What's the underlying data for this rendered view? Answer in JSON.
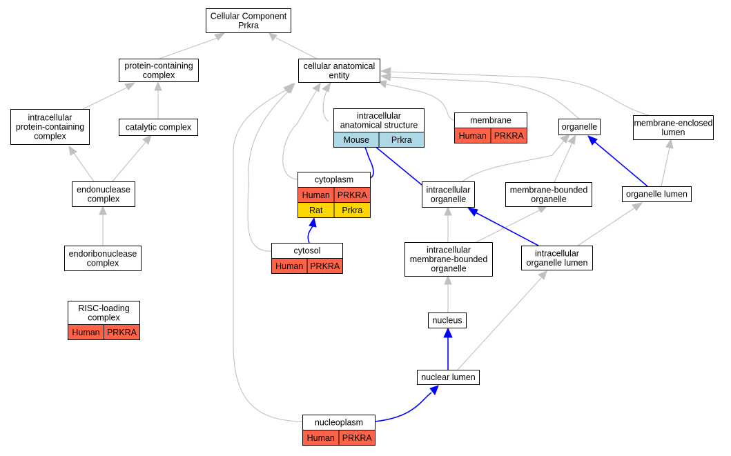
{
  "colors": {
    "human": "#ff6347",
    "rat": "#ffd700",
    "mouse": "#add8e6",
    "is_a_edge": "#c0c0c0",
    "part_of_edge": "#0000ff"
  },
  "nodes": [
    {
      "id": "root",
      "lines": [
        "Cellular Component",
        "Prkra"
      ],
      "annotations": []
    },
    {
      "id": "protein_complex",
      "lines": [
        "protein-containing",
        "complex"
      ],
      "annotations": []
    },
    {
      "id": "cae",
      "lines": [
        "cellular anatomical",
        "entity"
      ],
      "annotations": []
    },
    {
      "id": "ipcc",
      "lines": [
        "intracellular",
        "protein-containing",
        "complex"
      ],
      "annotations": []
    },
    {
      "id": "catalytic",
      "lines": [
        "catalytic complex"
      ],
      "annotations": []
    },
    {
      "id": "ias",
      "lines": [
        "intracellular",
        "anatomical structure"
      ],
      "annotations": [
        {
          "species": "Mouse",
          "gene": "Prkra",
          "color": "mouse"
        }
      ]
    },
    {
      "id": "membrane",
      "lines": [
        "membrane"
      ],
      "annotations": [
        {
          "species": "Human",
          "gene": "PRKRA",
          "color": "human"
        }
      ]
    },
    {
      "id": "organelle",
      "lines": [
        "organelle"
      ],
      "annotations": []
    },
    {
      "id": "mel",
      "lines": [
        "membrane-enclosed",
        "lumen"
      ],
      "annotations": []
    },
    {
      "id": "endonuclease",
      "lines": [
        "endonuclease",
        "complex"
      ],
      "annotations": []
    },
    {
      "id": "cytoplasm",
      "lines": [
        "cytoplasm"
      ],
      "annotations": [
        {
          "species": "Human",
          "gene": "PRKRA",
          "color": "human"
        },
        {
          "species": "Rat",
          "gene": "Prkra",
          "color": "rat"
        }
      ]
    },
    {
      "id": "io",
      "lines": [
        "intracellular",
        "organelle"
      ],
      "annotations": []
    },
    {
      "id": "mbo",
      "lines": [
        "membrane-bounded",
        "organelle"
      ],
      "annotations": []
    },
    {
      "id": "ol",
      "lines": [
        "organelle lumen"
      ],
      "annotations": []
    },
    {
      "id": "endoribo",
      "lines": [
        "endoribonuclease",
        "complex"
      ],
      "annotations": []
    },
    {
      "id": "cytosol",
      "lines": [
        "cytosol"
      ],
      "annotations": [
        {
          "species": "Human",
          "gene": "PRKRA",
          "color": "human"
        }
      ]
    },
    {
      "id": "imbo",
      "lines": [
        "intracellular",
        "membrane-bounded",
        "organelle"
      ],
      "annotations": []
    },
    {
      "id": "iol",
      "lines": [
        "intracellular",
        "organelle lumen"
      ],
      "annotations": []
    },
    {
      "id": "risc",
      "lines": [
        "RISC-loading",
        "complex"
      ],
      "annotations": [
        {
          "species": "Human",
          "gene": "PRKRA",
          "color": "human"
        }
      ]
    },
    {
      "id": "nucleus",
      "lines": [
        "nucleus"
      ],
      "annotations": []
    },
    {
      "id": "nuclear_lumen",
      "lines": [
        "nuclear lumen"
      ],
      "annotations": []
    },
    {
      "id": "nucleoplasm",
      "lines": [
        "nucleoplasm"
      ],
      "annotations": [
        {
          "species": "Human",
          "gene": "PRKRA",
          "color": "human"
        }
      ]
    }
  ],
  "edges": [
    {
      "from": "protein_complex",
      "to": "root",
      "type": "is_a"
    },
    {
      "from": "cae",
      "to": "root",
      "type": "is_a"
    },
    {
      "from": "ipcc",
      "to": "protein_complex",
      "type": "is_a"
    },
    {
      "from": "catalytic",
      "to": "protein_complex",
      "type": "is_a"
    },
    {
      "from": "ias",
      "to": "cae",
      "type": "is_a"
    },
    {
      "from": "membrane",
      "to": "cae",
      "type": "is_a"
    },
    {
      "from": "organelle",
      "to": "cae",
      "type": "is_a"
    },
    {
      "from": "mel",
      "to": "cae",
      "type": "is_a"
    },
    {
      "from": "endonuclease",
      "to": "ipcc",
      "type": "is_a"
    },
    {
      "from": "endonuclease",
      "to": "catalytic",
      "type": "is_a"
    },
    {
      "from": "cytoplasm",
      "to": "cae",
      "type": "is_a"
    },
    {
      "from": "cytoplasm",
      "to": "ias",
      "type": "part_of"
    },
    {
      "from": "io",
      "to": "ias",
      "type": "part_of"
    },
    {
      "from": "io",
      "to": "organelle",
      "type": "is_a"
    },
    {
      "from": "mbo",
      "to": "organelle",
      "type": "is_a"
    },
    {
      "from": "ol",
      "to": "organelle",
      "type": "part_of"
    },
    {
      "from": "ol",
      "to": "mel",
      "type": "is_a"
    },
    {
      "from": "endoribo",
      "to": "endonuclease",
      "type": "is_a"
    },
    {
      "from": "cytosol",
      "to": "cae",
      "type": "is_a"
    },
    {
      "from": "cytosol",
      "to": "cytoplasm",
      "type": "part_of"
    },
    {
      "from": "imbo",
      "to": "io",
      "type": "is_a"
    },
    {
      "from": "imbo",
      "to": "mbo",
      "type": "is_a"
    },
    {
      "from": "iol",
      "to": "io",
      "type": "part_of"
    },
    {
      "from": "iol",
      "to": "ol",
      "type": "is_a"
    },
    {
      "from": "risc",
      "to": "endoribo",
      "type": "is_a"
    },
    {
      "from": "nucleus",
      "to": "imbo",
      "type": "is_a"
    },
    {
      "from": "nuclear_lumen",
      "to": "nucleus",
      "type": "part_of"
    },
    {
      "from": "nuclear_lumen",
      "to": "iol",
      "type": "is_a"
    },
    {
      "from": "nucleoplasm",
      "to": "nuclear_lumen",
      "type": "part_of"
    },
    {
      "from": "nucleoplasm",
      "to": "cae",
      "type": "is_a"
    }
  ]
}
